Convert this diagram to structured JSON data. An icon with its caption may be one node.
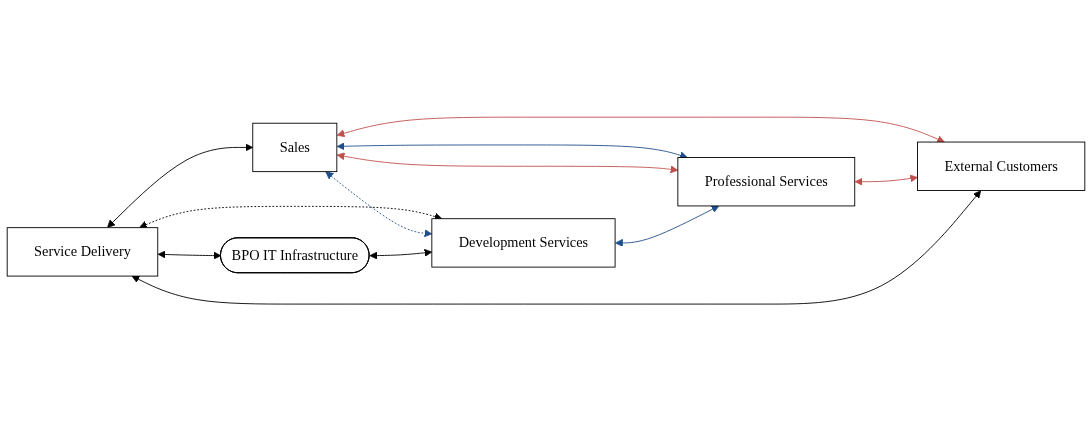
{
  "diagram": {
    "nodes": [
      {
        "text": [
          "Service Delivery"
        ]
      },
      {
        "text": [
          "Sales"
        ]
      },
      {
        "text": [
          "External Customers"
        ]
      },
      {
        "text": [
          "BPO IT Infrastructure"
        ]
      },
      {
        "text": [
          "Development Services"
        ]
      },
      {
        "text": [
          "Professional Services"
        ]
      }
    ],
    "edges": [
      {
        "from": 2,
        "to": 0,
        "arrow": "both"
      },
      {
        "from": 0,
        "to": 3,
        "arrow": "both"
      },
      {
        "from": 0,
        "to": 1,
        "arrow": "both"
      },
      {
        "from": 0,
        "to": 4,
        "arrow": "both",
        "style": "dashed"
      },
      {
        "from": 1,
        "to": 4,
        "arrow": "both",
        "style": "dashed",
        "color": "#1f4e8c"
      },
      {
        "from": 1,
        "to": 5,
        "arrow": "both",
        "color": "#1f4e8c"
      },
      {
        "from": 1,
        "to": 5,
        "arrow": "both",
        "color": "#c0504d"
      },
      {
        "from": 1,
        "to": 2,
        "arrow": "both",
        "color": "#c0504d"
      },
      {
        "from": 3,
        "to": 4,
        "arrow": "both"
      },
      {
        "from": 4,
        "to": 5,
        "arrow": "both",
        "color": "#1f4e8c"
      },
      {
        "from": 5,
        "to": 2,
        "arrow": "both",
        "color": "#c0504d"
      }
    ]
  }
}
